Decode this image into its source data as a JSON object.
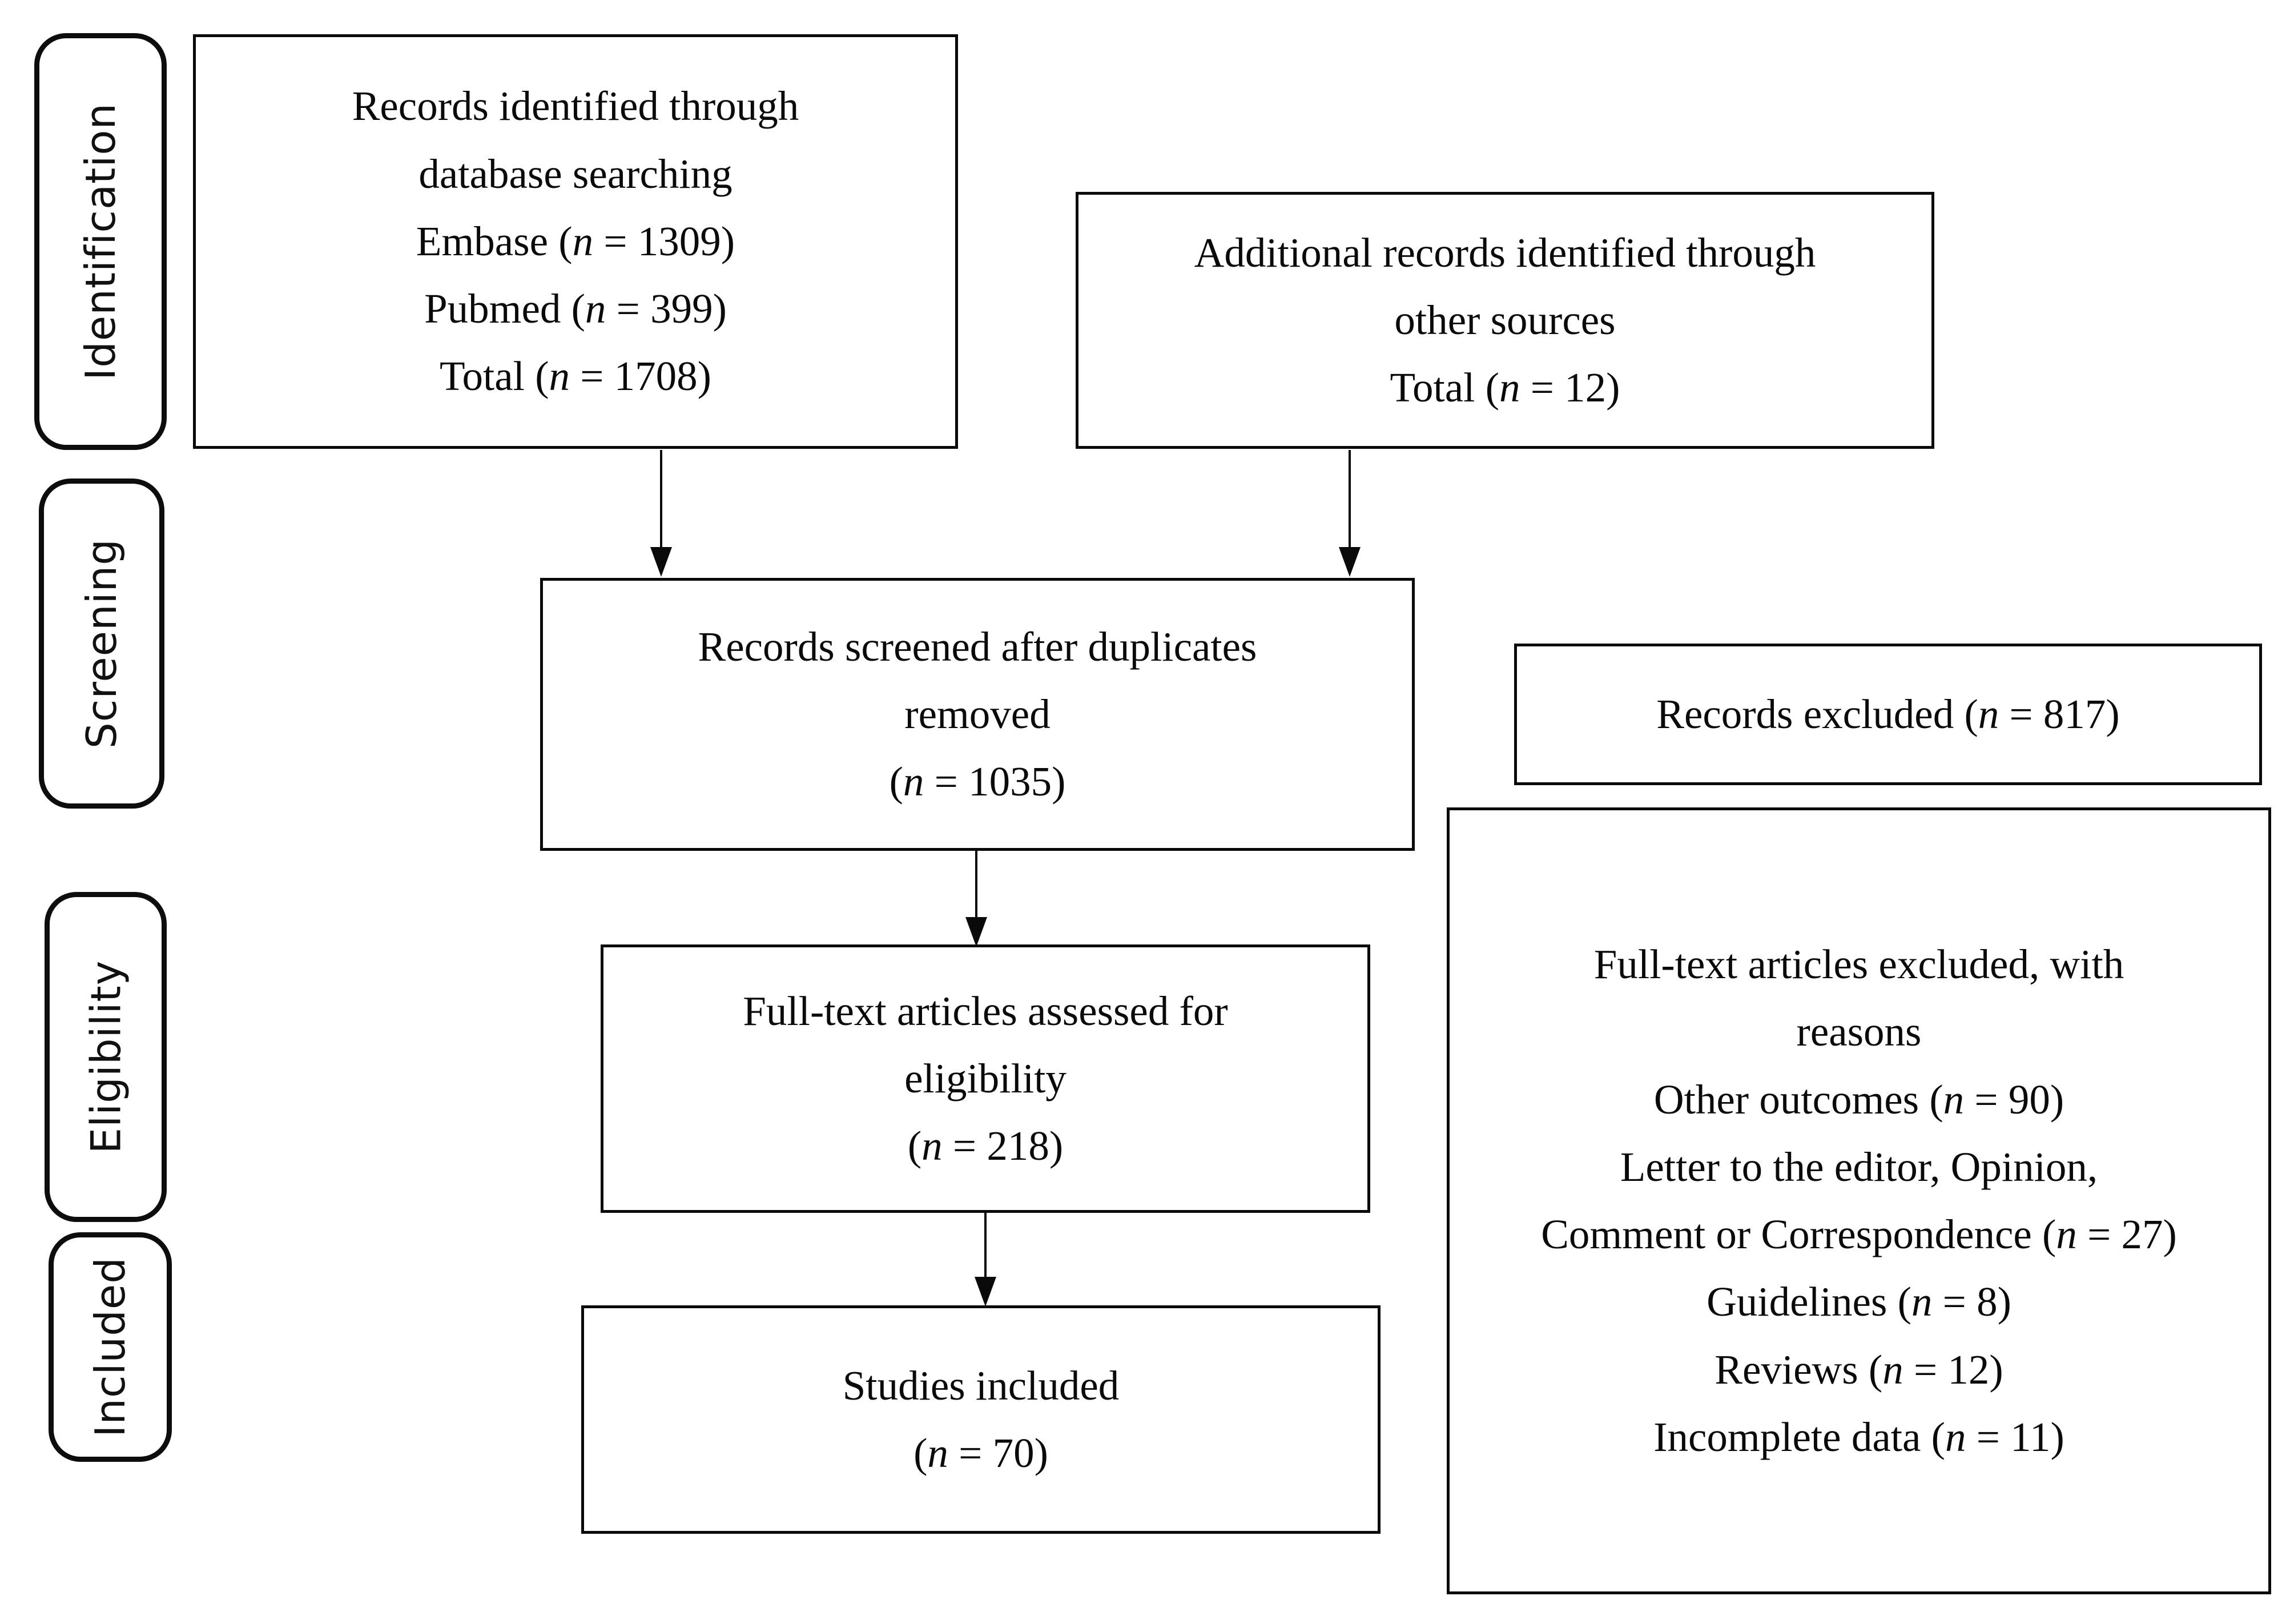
{
  "diagram": {
    "type": "prisma-flow-diagram",
    "stages": [
      {
        "id": "identification",
        "label": "Identification"
      },
      {
        "id": "screening",
        "label": "Screening"
      },
      {
        "id": "eligibility",
        "label": "Eligibility"
      },
      {
        "id": "included",
        "label": "Included"
      }
    ],
    "boxes": {
      "database_search": {
        "lines": [
          "Records identified through",
          "database searching",
          "Embase (n = 1309)",
          "Pubmed (n = 399)",
          "Total (n = 1708)"
        ]
      },
      "other_sources": {
        "lines": [
          "Additional records identified through",
          "other sources",
          "Total (n = 12)"
        ]
      },
      "screened": {
        "lines": [
          "Records screened after duplicates",
          "removed",
          "(n = 1035)"
        ]
      },
      "records_excluded": {
        "lines": [
          "Records excluded (n = 817)"
        ]
      },
      "fulltext_assessed": {
        "lines": [
          "Full-text articles assessed for",
          "eligibility",
          "(n = 218)"
        ]
      },
      "fulltext_excluded": {
        "lines": [
          "Full-text articles excluded, with",
          "reasons",
          "Other outcomes (n = 90)",
          "Letter to the editor, Opinion,",
          "Comment or Correspondence (n = 27)",
          "Guidelines (n = 8)",
          "Reviews (n = 12)",
          "Incomplete data (n = 11)"
        ]
      },
      "studies_included": {
        "lines": [
          "Studies included",
          "(n = 70)"
        ]
      }
    },
    "counts": {
      "embase": 1309,
      "pubmed": 399,
      "identified_total": 1708,
      "other_sources_total": 12,
      "screened_after_duplicates": 1035,
      "records_excluded": 817,
      "fulltext_assessed": 218,
      "excluded_other_outcomes": 90,
      "excluded_letter_opinion_comment_correspondence": 27,
      "excluded_guidelines": 8,
      "excluded_reviews": 12,
      "excluded_incomplete_data": 11,
      "studies_included": 70
    },
    "colors": {
      "stroke": "#0a0a0a",
      "background": "#ffffff",
      "text": "#0a0a0a"
    }
  }
}
